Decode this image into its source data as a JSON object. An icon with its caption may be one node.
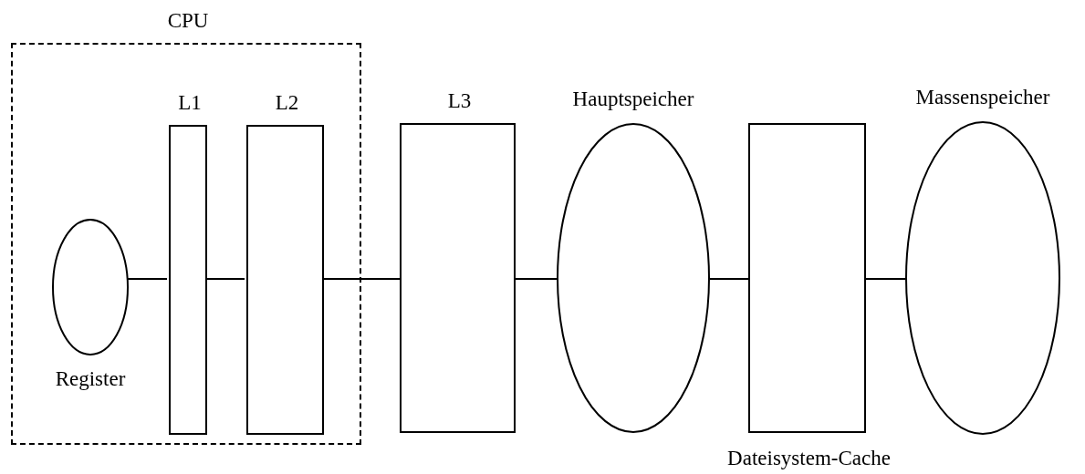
{
  "diagram": {
    "nodes": [
      {
        "text": [
          "CPU"
        ]
      },
      {
        "text": [
          "Register"
        ],
        "in": 0
      },
      {
        "text": [
          "L1"
        ],
        "in": 0
      },
      {
        "text": [
          "L2"
        ],
        "in": 0
      },
      {
        "text": [
          "L3"
        ]
      },
      {
        "text": [
          "Hauptspeicher"
        ]
      },
      {
        "text": [
          "Dateisystem-Cache"
        ]
      },
      {
        "text": [
          "Massenspeicher"
        ]
      }
    ],
    "edges": [
      {
        "from": 1,
        "to": 2,
        "arrow": "none"
      },
      {
        "from": 2,
        "to": 3,
        "arrow": "none"
      },
      {
        "from": 3,
        "to": 4,
        "arrow": "none"
      },
      {
        "from": 4,
        "to": 5,
        "arrow": "none"
      },
      {
        "from": 5,
        "to": 6,
        "arrow": "none"
      },
      {
        "from": 6,
        "to": 7,
        "arrow": "none"
      }
    ]
  }
}
